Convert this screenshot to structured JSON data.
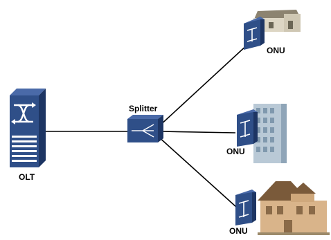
{
  "nodes": {
    "olt": {
      "label": "OLT",
      "icon": "olt-switch-icon"
    },
    "splitter": {
      "label": "Splitter",
      "icon": "splitter-icon"
    },
    "onus": [
      {
        "label": "ONU",
        "icon": "onu-icon",
        "premise": "cottage-icon"
      },
      {
        "label": "ONU",
        "icon": "onu-icon",
        "premise": "office-building-icon"
      },
      {
        "label": "ONU",
        "icon": "onu-icon",
        "premise": "house-icon"
      }
    ]
  },
  "colors": {
    "device_blue": "#2f4f88",
    "device_dark": "#1d3563",
    "link": "#000000"
  }
}
